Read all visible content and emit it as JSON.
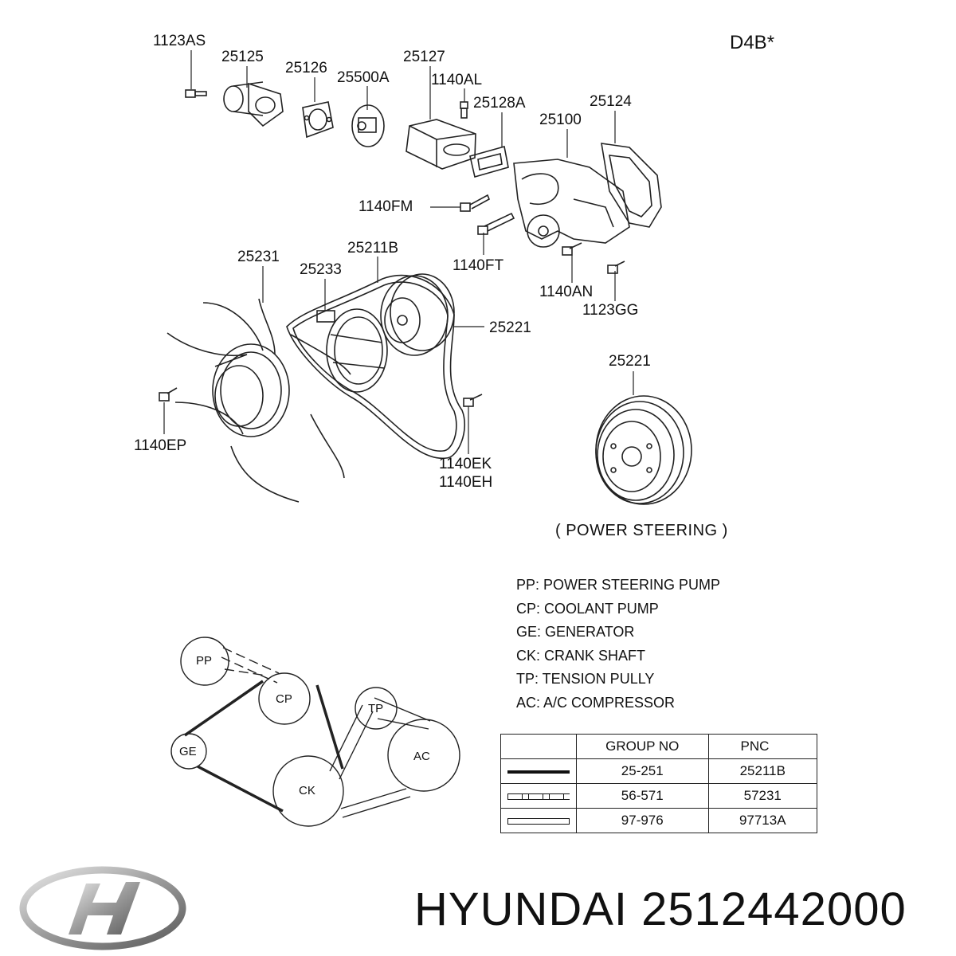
{
  "model_code": "D4B*",
  "part_labels": {
    "p1123AS": "1123AS",
    "p25125": "25125",
    "p25126": "25126",
    "p25500A": "25500A",
    "p25127": "25127",
    "p1140AL": "1140AL",
    "p25128A": "25128A",
    "p25100": "25100",
    "p25124": "25124",
    "p1140FM": "1140FM",
    "p1140FT": "1140FT",
    "p1140AN": "1140AN",
    "p1123GG": "1123GG",
    "p25231": "25231",
    "p25233": "25233",
    "p25211B": "25211B",
    "p25221": "25221",
    "p25221b": "25221",
    "p1140EP": "1140EP",
    "p1140EK": "1140EK",
    "p1140EH": "1140EH"
  },
  "power_steering_note": "( POWER STEERING )",
  "legend": [
    "PP: POWER STEERING PUMP",
    "CP: COOLANT PUMP",
    "GE: GENERATOR",
    "CK: CRANK SHAFT",
    "TP: TENSION PULLY",
    "AC: A/C COMPRESSOR"
  ],
  "pulleys": {
    "pp": "PP",
    "cp": "CP",
    "ge": "GE",
    "ck": "CK",
    "tp": "TP",
    "ac": "AC"
  },
  "group_table": {
    "headers": [
      "",
      "GROUP NO",
      "PNC"
    ],
    "rows": [
      {
        "line_style": "solid",
        "group_no": "25-251",
        "pnc": "25211B"
      },
      {
        "line_style": "dashed",
        "group_no": "56-571",
        "pnc": "57231"
      },
      {
        "line_style": "double",
        "group_no": "97-976",
        "pnc": "97713A"
      }
    ]
  },
  "brand_caption": "HYUNDAI 2512442000",
  "logo_icon": "hyundai-logo-icon"
}
